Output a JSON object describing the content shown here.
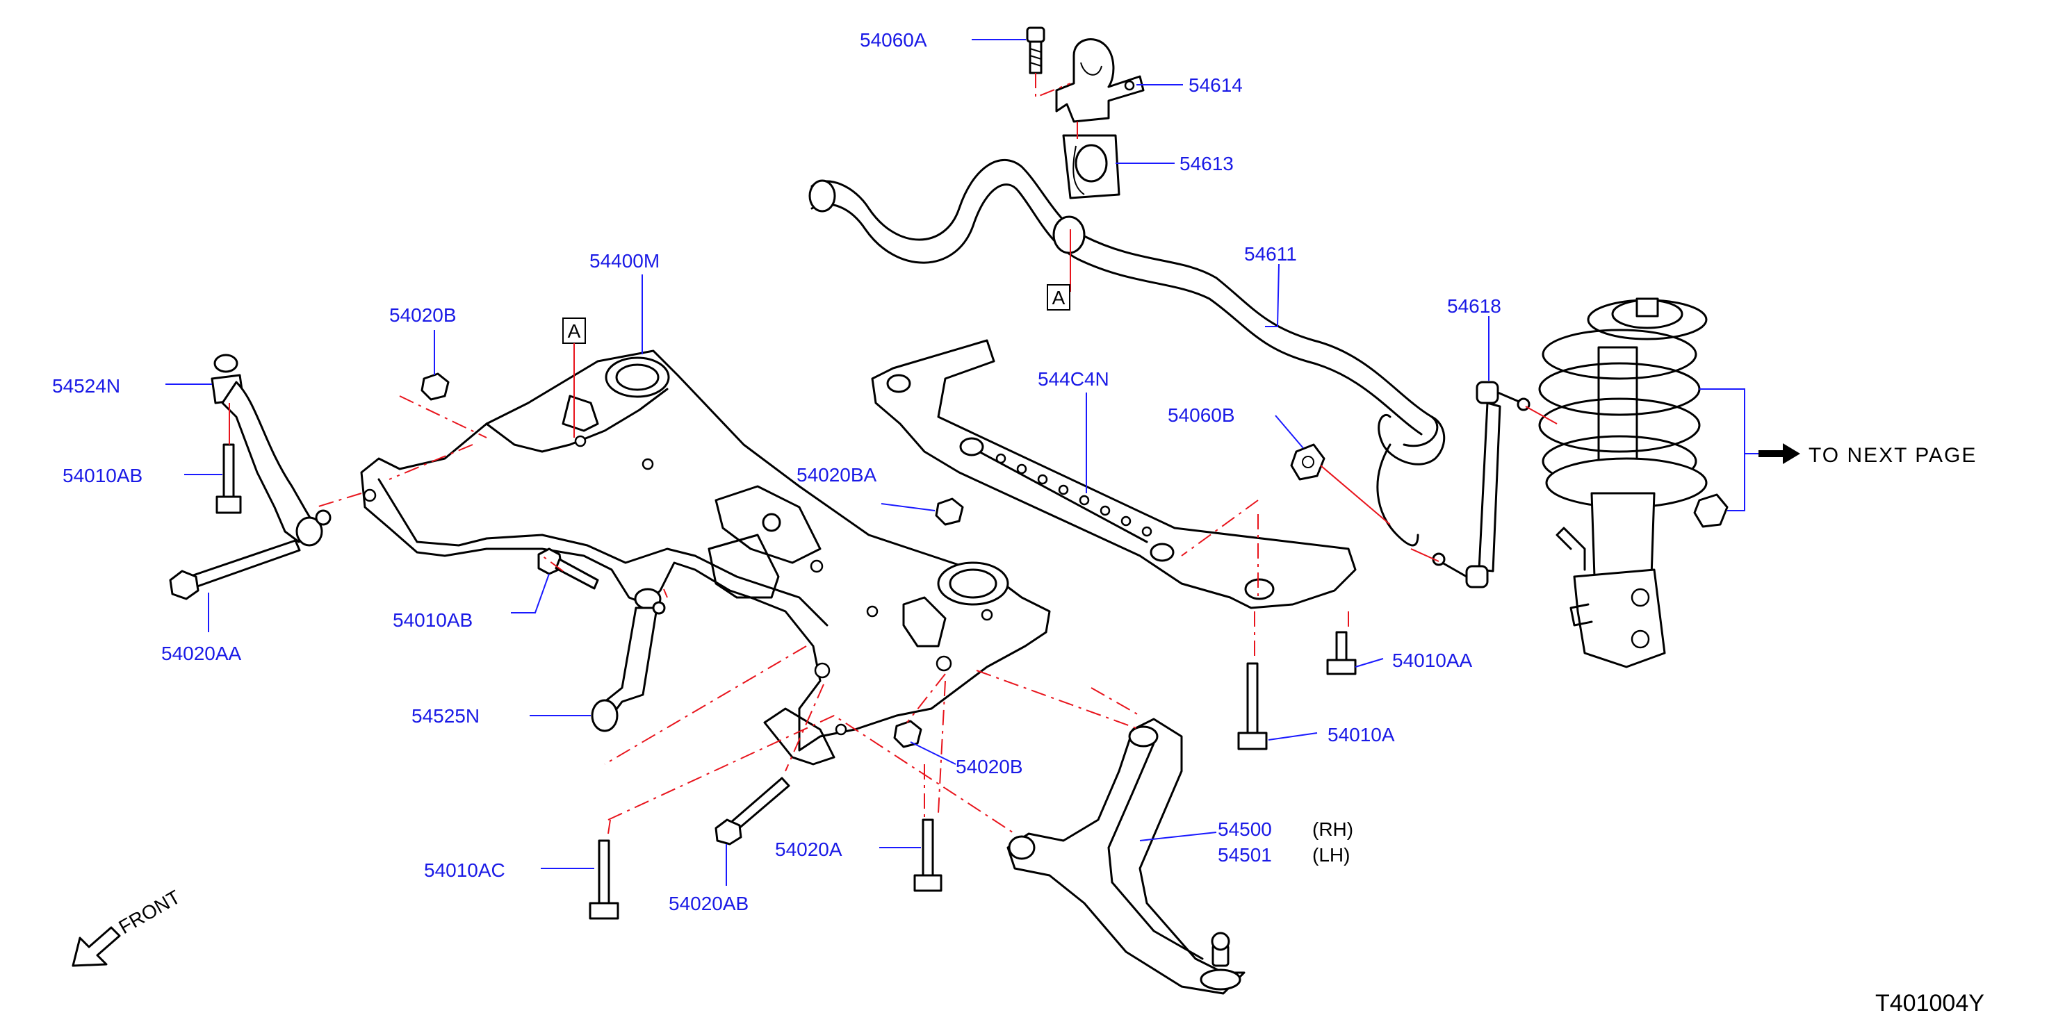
{
  "labels": {
    "p54060A": "54060A",
    "p54614": "54614",
    "p54613": "54613",
    "p54611": "54611",
    "p54618": "54618",
    "p54400M": "54400M",
    "p54020B_top": "54020B",
    "p54524N": "54524N",
    "p54010AB": "54010AB",
    "p54020AA": "54020AA",
    "p544C4N": "544C4N",
    "p54060B": "54060B",
    "p54020BA": "54020BA",
    "p54010AB_2": "54010AB",
    "p54525N": "54525N",
    "p54010AA": "54010AA",
    "p54010A": "54010A",
    "p54020B_bottom": "54020B",
    "p54500": "54500",
    "p54501": "54501",
    "rh": "(RH)",
    "lh": "(LH)",
    "p54010AC": "54010AC",
    "p54020A": "54020A",
    "p54020AB": "54020AB"
  },
  "ref_marks": {
    "top": "A",
    "bottom": "A"
  },
  "next_page": "TO  NEXT  PAGE",
  "front": "FRONT",
  "doc_id": "T401004Y",
  "colors": {
    "label": "#1a1ae6",
    "leader": "#1a1aff",
    "centerline": "#e8141c",
    "line": "#000000"
  }
}
